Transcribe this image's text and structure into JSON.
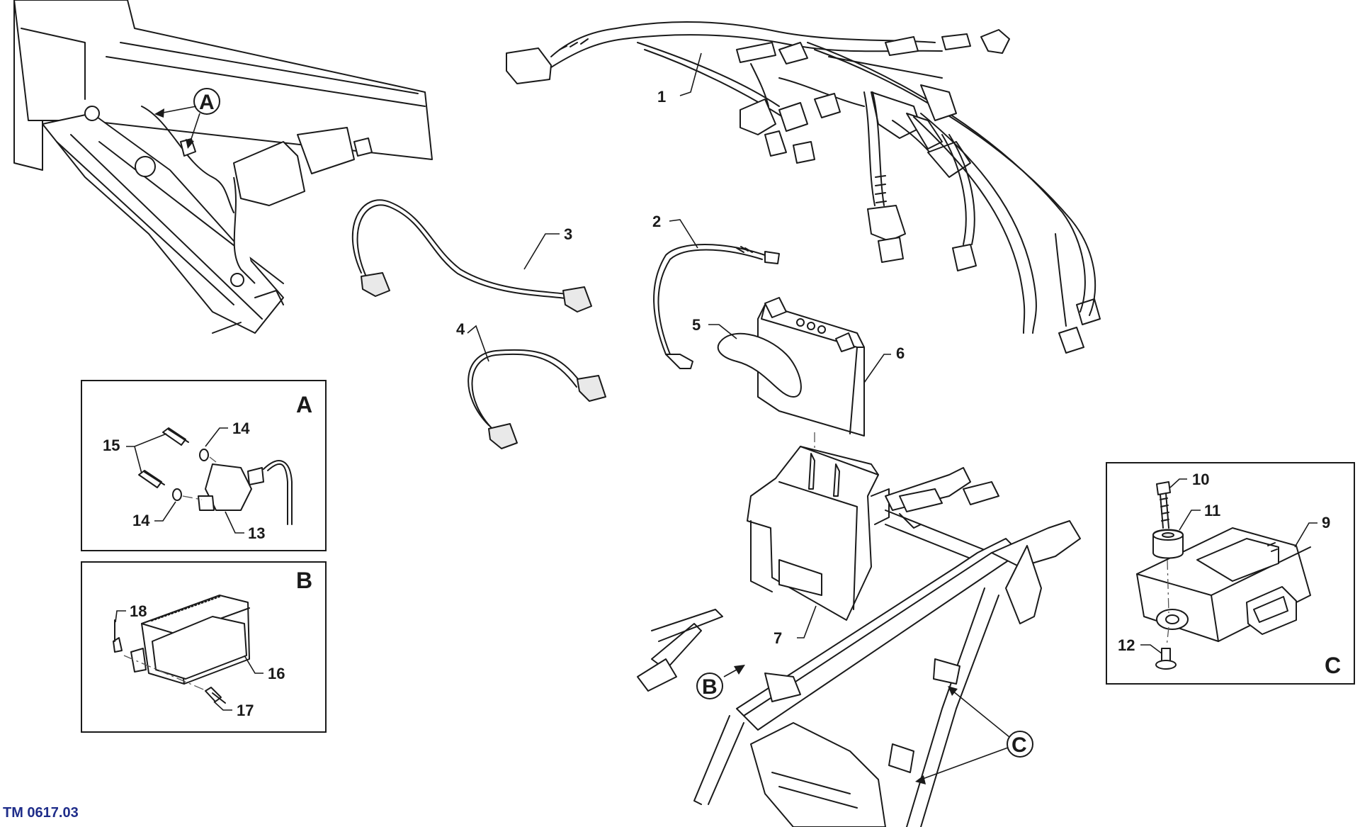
{
  "document_code": "TM 0617.03",
  "callouts": [
    "1",
    "2",
    "3",
    "4",
    "5",
    "6",
    "7",
    "9",
    "10",
    "11",
    "12",
    "13",
    "14",
    "15",
    "16",
    "17",
    "18"
  ],
  "detail_letters": [
    "A",
    "B",
    "C"
  ]
}
